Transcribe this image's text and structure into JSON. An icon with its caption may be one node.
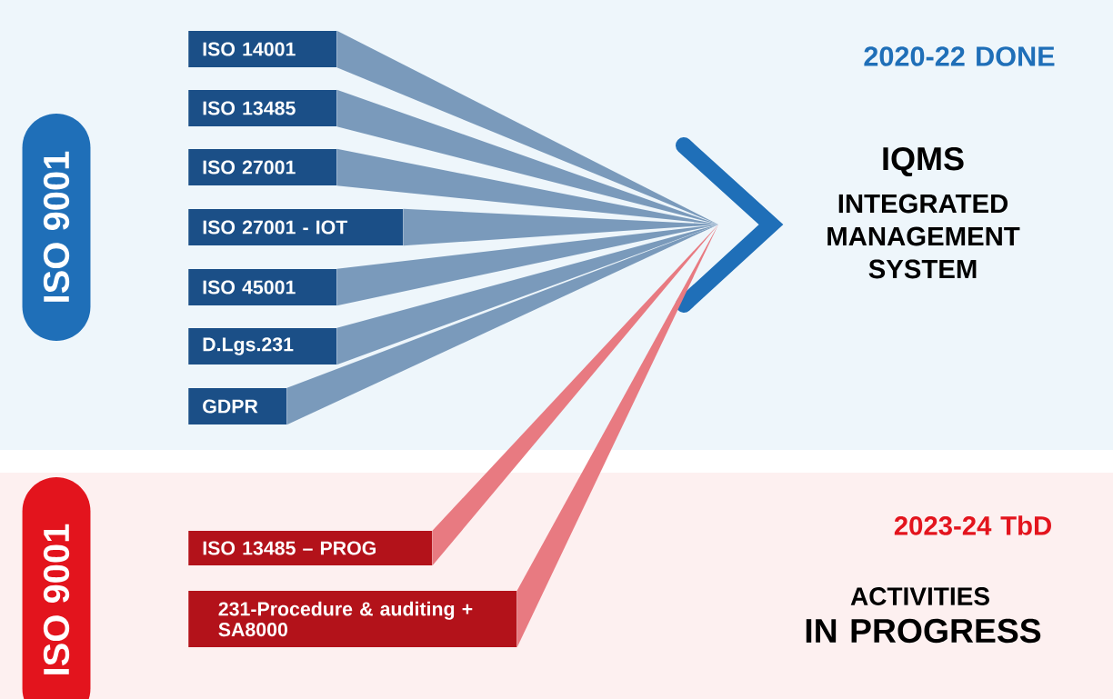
{
  "diagram": {
    "nodes": [
      {
        "text": [
          "ISO 9001"
        ]
      },
      {
        "text": [
          "ISO 14001"
        ]
      },
      {
        "text": [
          "ISO 13485"
        ]
      },
      {
        "text": [
          "ISO 27001"
        ]
      },
      {
        "text": [
          "ISO 27001 - IOT"
        ]
      },
      {
        "text": [
          "ISO 45001"
        ]
      },
      {
        "text": [
          "D.Lgs.231"
        ]
      },
      {
        "text": [
          "GDPR"
        ]
      },
      {
        "text": [],
        "shape": "chevron"
      },
      {
        "text": [
          "ISO 9001"
        ]
      },
      {
        "text": [
          "ISO 13485 – PROG"
        ]
      },
      {
        "text": [
          "231-Procedure & auditing + SA8000"
        ]
      }
    ],
    "edges": [
      {
        "from": 1,
        "to": 8,
        "arrow": "none"
      },
      {
        "from": 2,
        "to": 8,
        "arrow": "none"
      },
      {
        "from": 3,
        "to": 8,
        "arrow": "none"
      },
      {
        "from": 4,
        "to": 8,
        "arrow": "none"
      },
      {
        "from": 5,
        "to": 8,
        "arrow": "none"
      },
      {
        "from": 6,
        "to": 8,
        "arrow": "none"
      },
      {
        "from": 7,
        "to": 8,
        "arrow": "none"
      },
      {
        "from": 10,
        "to": 8,
        "arrow": "none",
        "color": "#e3141d"
      },
      {
        "from": 11,
        "to": 8,
        "arrow": "none",
        "color": "#e3141d"
      }
    ],
    "labels": [
      "2020-22 DONE",
      "IQMS",
      "INTEGRATED MANAGEMENT SYSTEM",
      "2023-24 TbD",
      "ACTIVITIES",
      "IN PROGRESS"
    ]
  }
}
